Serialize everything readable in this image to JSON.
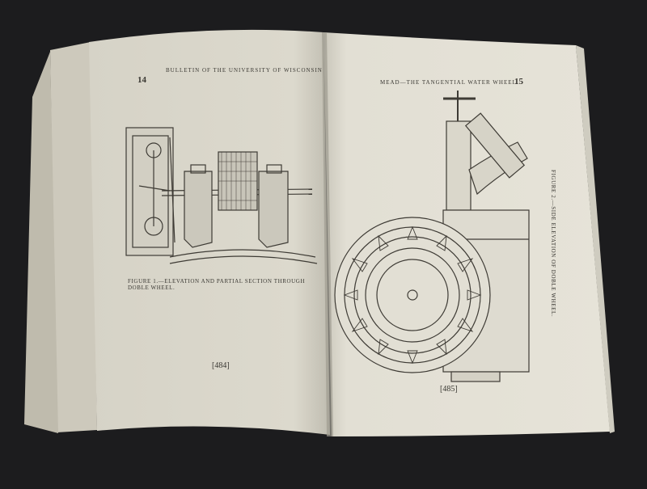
{
  "book": {
    "left_page": {
      "running_head": "BULLETIN OF THE UNIVERSITY OF WISCONSIN",
      "page_number": "14",
      "figure_caption": "Figure 1.—Elevation and Partial Section Through Doble Wheel.",
      "folio": "[484]"
    },
    "right_page": {
      "running_head": "MEAD—THE TANGENTIAL WATER WHEEL",
      "page_number": "15",
      "figure_caption": "Figure 2.—Side Elevation of Doble Wheel.",
      "folio": "[485]"
    }
  },
  "colors": {
    "background": "#1c1c1e",
    "paper_left": "#dcd8cc",
    "paper_right": "#e4e1d6",
    "ink": "#3a3833"
  }
}
